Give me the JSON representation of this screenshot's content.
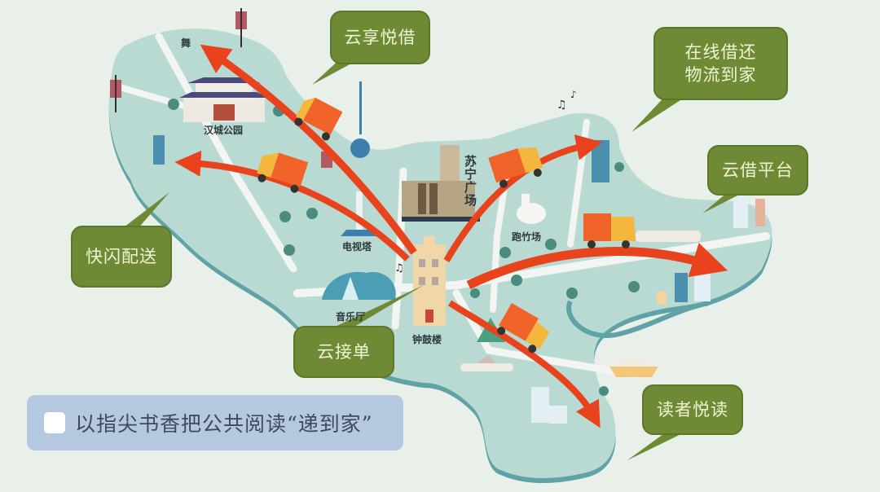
{
  "bubbles": {
    "yun_xiang_yue_jie": "云享悦借",
    "zai_xian_jie_huan": [
      "在线借还",
      "物流到家"
    ],
    "yun_jie_ping_tai": "云借平台",
    "kuai_shan_pei_song": "快闪配送",
    "yun_jie_dan": "云接单",
    "du_zhe_yue_du": "读者悦读"
  },
  "places": {
    "han_cheng_park": "汉城公园",
    "tv_tower": "电视塔",
    "concert_hall": "音乐厅",
    "bell_drum_tower": "钟鼓楼",
    "suning_plaza": "苏宁广场",
    "racecourse": "跑竹场",
    "dance": "舞"
  },
  "slogan": {
    "text": "以指尖书香把公共阅读“递到家”"
  },
  "colors": {
    "background": "#e9efe9",
    "map_land": "#b9d9d3",
    "map_shore": "#5fa3a6",
    "road": "#f2f5f1",
    "arrow": "#e8431c",
    "bubble": "#6f8a35",
    "bubble_text": "#f1f3d6",
    "slogan_bg": "#b6c8df",
    "truck": "#f0642a"
  },
  "icons": [
    "delivery-truck-icon",
    "arrow-icon",
    "tree-icon",
    "building-icon",
    "lantern-icon",
    "tower-icon",
    "music-note-icon",
    "airplane-icon",
    "boat-icon",
    "horse-icon"
  ]
}
